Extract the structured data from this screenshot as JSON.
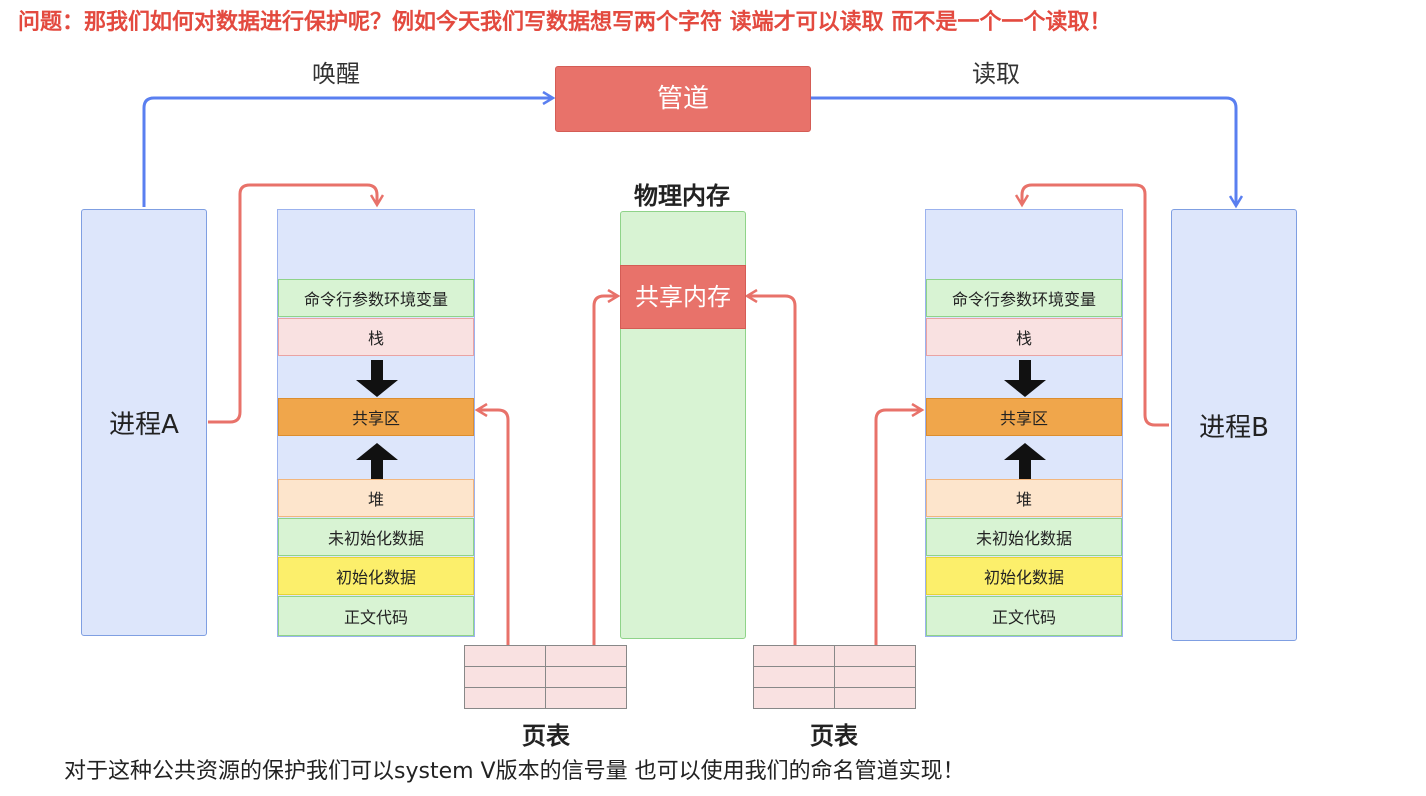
{
  "question": "问题：那我们如何对数据进行保护呢？例如今天我们写数据想写两个字符 读端才可以读取 而不是一个一个读取！",
  "footer_note": "对于这种公共资源的保护我们可以system V版本的信号量 也可以使用我们的命名管道实现！",
  "pipe_label": "管道",
  "wake_label": "唤醒",
  "read_label": "读取",
  "physical_memory_label": "物理内存",
  "shared_memory_label": "共享内存",
  "process_a_label": "进程A",
  "process_b_label": "进程B",
  "page_table_label": "页表",
  "address_space_left": {
    "segments": [
      "命令行参数环境变量",
      "栈",
      "共享区",
      "堆",
      "未初始化数据",
      "初始化数据",
      "正文代码"
    ]
  },
  "address_space_right": {
    "segments": [
      "命令行参数环境变量",
      "栈",
      "共享区",
      "堆",
      "未初始化数据",
      "初始化数据",
      "正文代码"
    ]
  },
  "colors": {
    "question_red": "#e34a3f",
    "pipe_red": "#e8726a",
    "blue_arrow": "#5a7ff0",
    "red_arrow": "#e8726a",
    "process_fill": "#dde6fb",
    "green_fill": "#d8f3d3",
    "orange_fill": "#f0a64b",
    "yellow_fill": "#fcef6b"
  }
}
